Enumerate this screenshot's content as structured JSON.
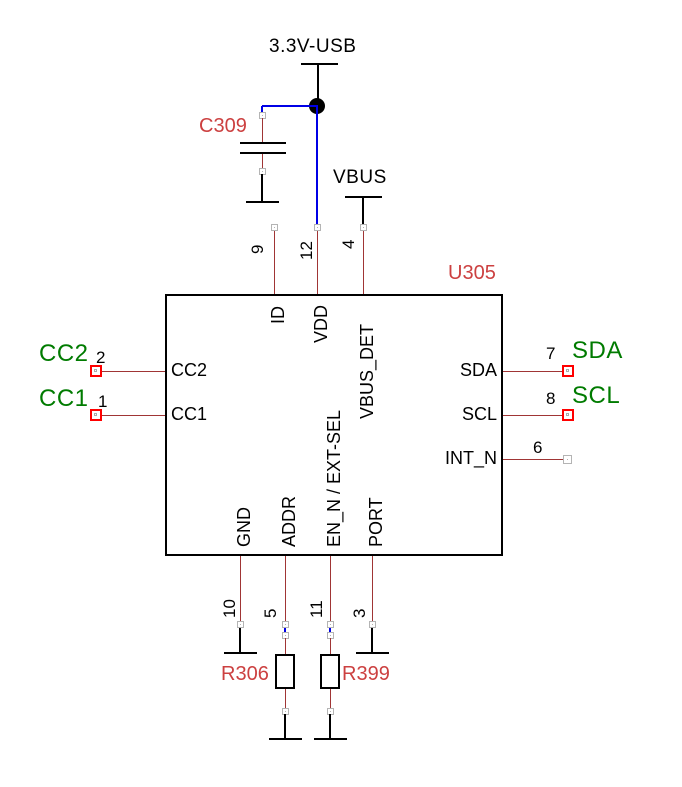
{
  "power": {
    "v33": "3.3V-USB",
    "vbus": "VBUS"
  },
  "ic": {
    "refdes": "U305",
    "pins_top": [
      {
        "name": "ID",
        "num": "9"
      },
      {
        "name": "VDD",
        "num": "12"
      },
      {
        "name": "VBUS_DET",
        "num": "4"
      }
    ],
    "pins_left": [
      {
        "name": "CC2",
        "num": "2",
        "net": "CC2"
      },
      {
        "name": "CC1",
        "num": "1",
        "net": "CC1"
      }
    ],
    "pins_right": [
      {
        "name": "SDA",
        "num": "7",
        "net": "SDA"
      },
      {
        "name": "SCL",
        "num": "8",
        "net": "SCL"
      },
      {
        "name": "INT_N",
        "num": "6",
        "net": ""
      }
    ],
    "pins_bottom": [
      {
        "name": "GND",
        "num": "10"
      },
      {
        "name": "ADDR",
        "num": "5"
      },
      {
        "name": "EN_N / EXT-SEL",
        "num": "11"
      },
      {
        "name": "PORT",
        "num": "3"
      }
    ]
  },
  "capacitor": {
    "refdes": "C309"
  },
  "resistors": {
    "r306": "R306",
    "r399": "R399"
  },
  "colors": {
    "wire_black": "#000000",
    "wire_blue": "#0000e6",
    "pin_red": "#a03535",
    "refdes_red": "#cc4040",
    "net_green": "#007b00",
    "pad_red": "#ff0000",
    "pad_gray": "#b4b4b4"
  }
}
